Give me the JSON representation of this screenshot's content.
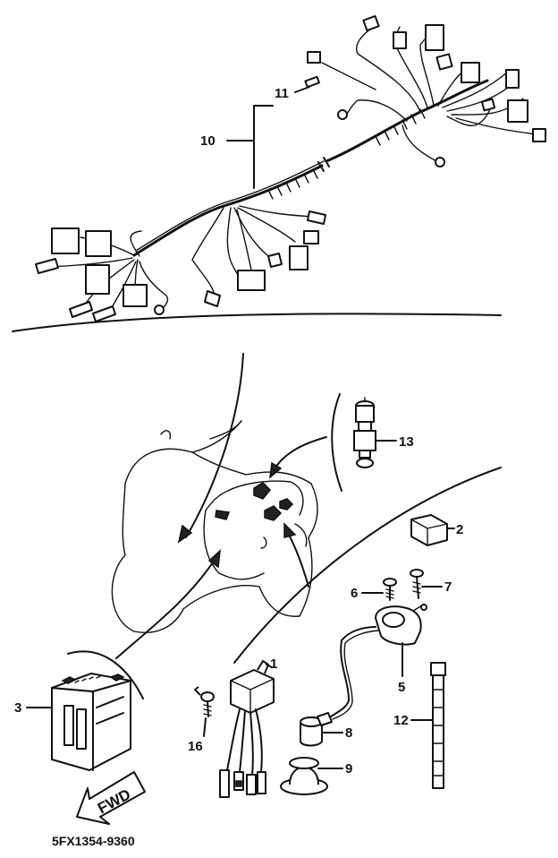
{
  "callouts": {
    "c1": "1",
    "c2": "2",
    "c3": "3",
    "c5": "5",
    "c6": "6",
    "c7": "7",
    "c8": "8",
    "c9": "9",
    "c10": "10",
    "c11": "11",
    "c12": "12",
    "c13": "13",
    "c16": "16"
  },
  "fwd_label": "FWD",
  "drawing_code": "5FX1354-9360",
  "colors": {
    "ink": "#111111",
    "paper": "#ffffff"
  }
}
